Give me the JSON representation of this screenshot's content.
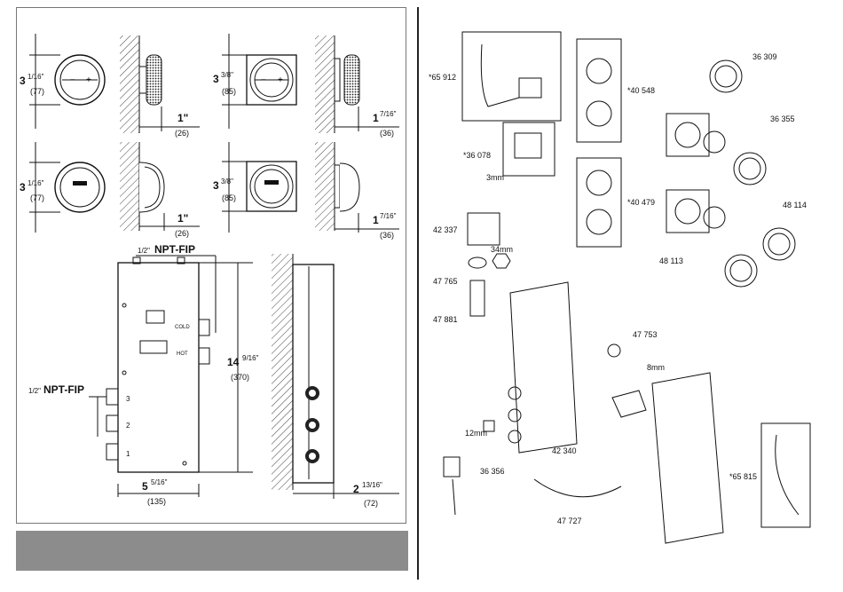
{
  "dimensions": {
    "d1": {
      "main": "3",
      "frac": "1/16\"",
      "mm": "(77)"
    },
    "d2": {
      "main": "1\"",
      "mm": "(26)"
    },
    "d3": {
      "main": "3",
      "frac": "3/8\"",
      "mm": "(85)"
    },
    "d4": {
      "main": "1",
      "frac": "7/16\"",
      "mm": "(36)"
    },
    "d5": {
      "main": "3",
      "frac": "1/16\"",
      "mm": "(77)"
    },
    "d6": {
      "main": "1\"",
      "mm": "(26)"
    },
    "d7": {
      "main": "3",
      "frac": "3/8\"",
      "mm": "(85)"
    },
    "d8": {
      "main": "1",
      "frac": "7/16\"",
      "mm": "(36)"
    },
    "npt_top": {
      "frac": "1/2\"",
      "text": "NPT-FIP"
    },
    "npt_left": {
      "frac": "1/2\"",
      "text": "NPT-FIP"
    },
    "height": {
      "main": "14",
      "frac": "9/16\"",
      "mm": "(370)"
    },
    "width": {
      "main": "5",
      "frac": "5/16\"",
      "mm": "(135)"
    },
    "depth": {
      "main": "2",
      "frac": "13/16\"",
      "mm": "(72)"
    }
  },
  "module": {
    "outlets": [
      "3",
      "2",
      "1"
    ],
    "inlets": [
      "COLD",
      "HOT"
    ]
  },
  "parts": [
    {
      "id": "p1",
      "label": "*65 912"
    },
    {
      "id": "p2",
      "label": "*36 078"
    },
    {
      "id": "p3",
      "label": "3mm"
    },
    {
      "id": "p4",
      "label": "42 337"
    },
    {
      "id": "p5",
      "label": "34mm"
    },
    {
      "id": "p6",
      "label": "47 765"
    },
    {
      "id": "p7",
      "label": "47 881"
    },
    {
      "id": "p8",
      "label": "*40 548"
    },
    {
      "id": "p9",
      "label": "*40 479"
    },
    {
      "id": "p10",
      "label": "36 309"
    },
    {
      "id": "p11",
      "label": "36 355"
    },
    {
      "id": "p12",
      "label": "48 114"
    },
    {
      "id": "p13",
      "label": "48 113"
    },
    {
      "id": "p14",
      "label": "47 753"
    },
    {
      "id": "p15",
      "label": "8mm"
    },
    {
      "id": "p16",
      "label": "12mm"
    },
    {
      "id": "p17",
      "label": "42 340"
    },
    {
      "id": "p18",
      "label": "36 356"
    },
    {
      "id": "p19",
      "label": "47 727"
    },
    {
      "id": "p20",
      "label": "*65 815"
    }
  ],
  "footer": {
    "text": ""
  }
}
